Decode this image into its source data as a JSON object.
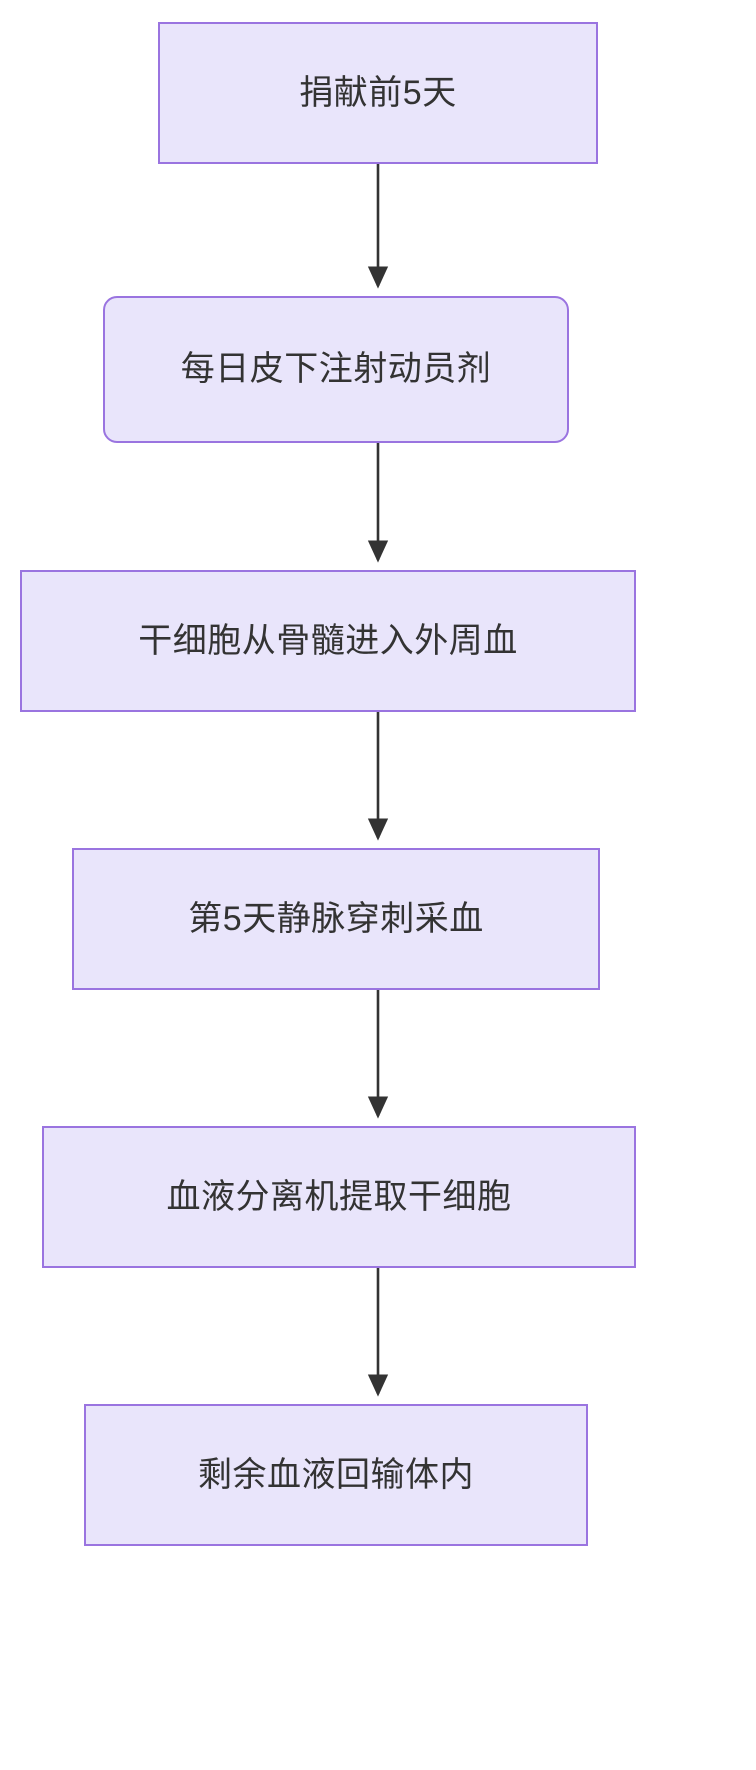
{
  "diagram": {
    "type": "flowchart",
    "orientation": "top-to-bottom",
    "background_color": "#ffffff",
    "node_fill_color": "#e9e5fb",
    "node_border_color": "#9a74e0",
    "node_text_color": "#333333",
    "edge_color": "#333333",
    "nodes": [
      {
        "id": "n1",
        "label": "捐献前5天",
        "shape": "rectangle"
      },
      {
        "id": "n2",
        "label": "每日皮下注射动员剂",
        "shape": "rounded-rectangle"
      },
      {
        "id": "n3",
        "label": "干细胞从骨髓进入外周血",
        "shape": "rectangle"
      },
      {
        "id": "n4",
        "label": "第5天静脉穿刺采血",
        "shape": "rectangle"
      },
      {
        "id": "n5",
        "label": "血液分离机提取干细胞",
        "shape": "rectangle"
      },
      {
        "id": "n6",
        "label": "剩余血液回输体内",
        "shape": "rectangle"
      }
    ],
    "edges": [
      {
        "from": "n1",
        "to": "n2",
        "label": "",
        "arrow": "down"
      },
      {
        "from": "n2",
        "to": "n3",
        "label": "",
        "arrow": "down"
      },
      {
        "from": "n3",
        "to": "n4",
        "label": "",
        "arrow": "down"
      },
      {
        "from": "n4",
        "to": "n5",
        "label": "",
        "arrow": "down"
      },
      {
        "from": "n5",
        "to": "n6",
        "label": "",
        "arrow": "down"
      }
    ]
  }
}
